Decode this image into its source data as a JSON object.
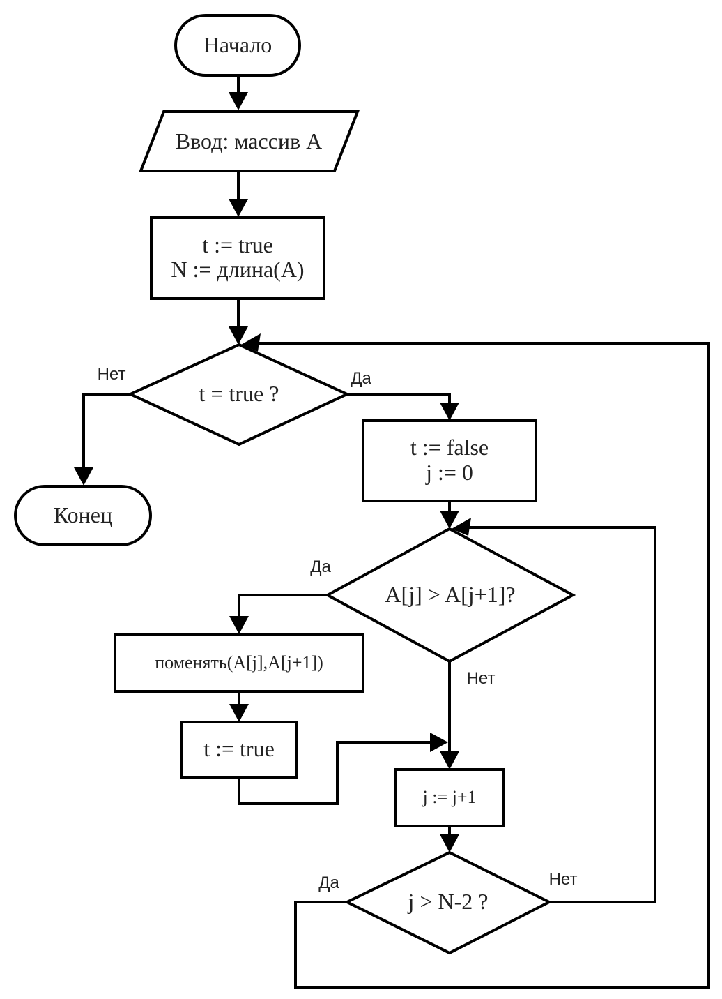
{
  "diagram": {
    "type": "flowchart",
    "title": "",
    "nodes": {
      "start": {
        "kind": "terminal",
        "text": "Начало"
      },
      "input": {
        "kind": "io",
        "text": "Ввод: массив A"
      },
      "init": {
        "kind": "process",
        "lines": [
          "t := true",
          "N := длина(A)"
        ]
      },
      "cond_t": {
        "kind": "decision",
        "text": "t = true ?"
      },
      "end": {
        "kind": "terminal",
        "text": "Конец"
      },
      "reset": {
        "kind": "process",
        "lines": [
          "t := false",
          "j := 0"
        ]
      },
      "cond_cmp": {
        "kind": "decision",
        "text": "A[j] > A[j+1]?"
      },
      "swap": {
        "kind": "process",
        "text": "поменять(A[j],A[j+1])"
      },
      "set_t": {
        "kind": "process",
        "text": "t := true"
      },
      "inc_j": {
        "kind": "process",
        "text": "j := j+1"
      },
      "cond_j": {
        "kind": "decision",
        "text": "j > N-2 ?"
      }
    },
    "edge_labels": {
      "cond_t_no": "Нет",
      "cond_t_yes": "Да",
      "cond_cmp_yes": "Да",
      "cond_cmp_no": "Нет",
      "cond_j_yes": "Да",
      "cond_j_no": "Нет"
    },
    "edges": [
      {
        "from": "start",
        "to": "input"
      },
      {
        "from": "input",
        "to": "init"
      },
      {
        "from": "init",
        "to": "cond_t"
      },
      {
        "from": "cond_t",
        "to": "end",
        "label": "Нет"
      },
      {
        "from": "cond_t",
        "to": "reset",
        "label": "Да"
      },
      {
        "from": "reset",
        "to": "cond_cmp"
      },
      {
        "from": "cond_cmp",
        "to": "swap",
        "label": "Да"
      },
      {
        "from": "cond_cmp",
        "to": "inc_j",
        "label": "Нет"
      },
      {
        "from": "swap",
        "to": "set_t"
      },
      {
        "from": "set_t",
        "to": "inc_j"
      },
      {
        "from": "inc_j",
        "to": "cond_j"
      },
      {
        "from": "cond_j",
        "to": "cond_cmp",
        "label": "Нет"
      },
      {
        "from": "cond_j",
        "to": "cond_t",
        "label": "Да"
      }
    ]
  }
}
